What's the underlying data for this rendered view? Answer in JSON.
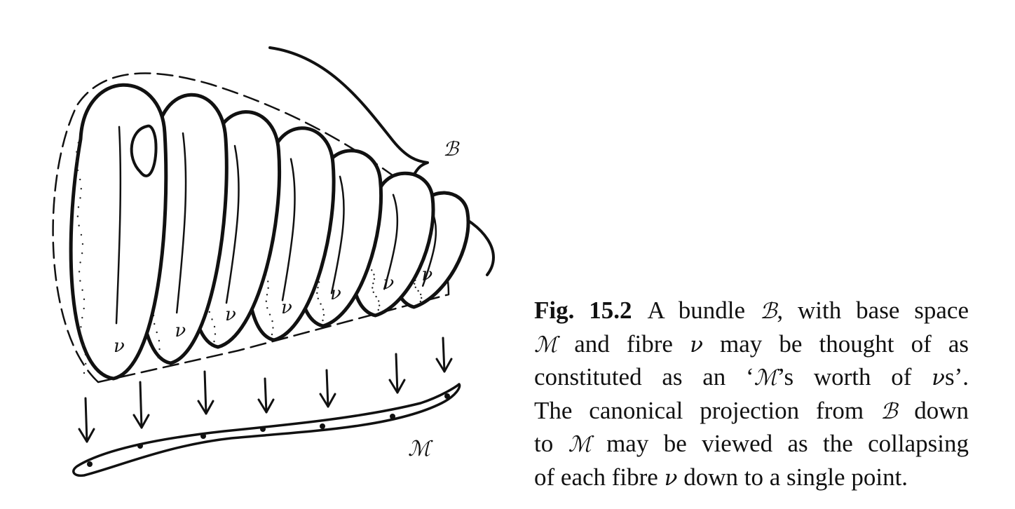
{
  "figure": {
    "label_bundle": "ℬ",
    "label_base": "ℳ",
    "fibre_label": "ν",
    "fibre_count": 7
  },
  "caption": {
    "number": "Fig. 15.2",
    "lines": [
      [
        "A bundle ",
        "ℬ",
        ", with base space"
      ],
      [
        "ℳ",
        " and fibre ",
        "ν",
        " may be thought of as"
      ],
      [
        "constituted as an ‘",
        "ℳ",
        "’s worth of ",
        "ν",
        "s’."
      ],
      [
        "The canonical projection from ",
        "ℬ",
        " down"
      ],
      [
        "to ",
        "ℳ",
        " may be viewed as the collapsing"
      ],
      [
        "of each fibre ",
        "ν",
        " down to a single point."
      ]
    ]
  }
}
